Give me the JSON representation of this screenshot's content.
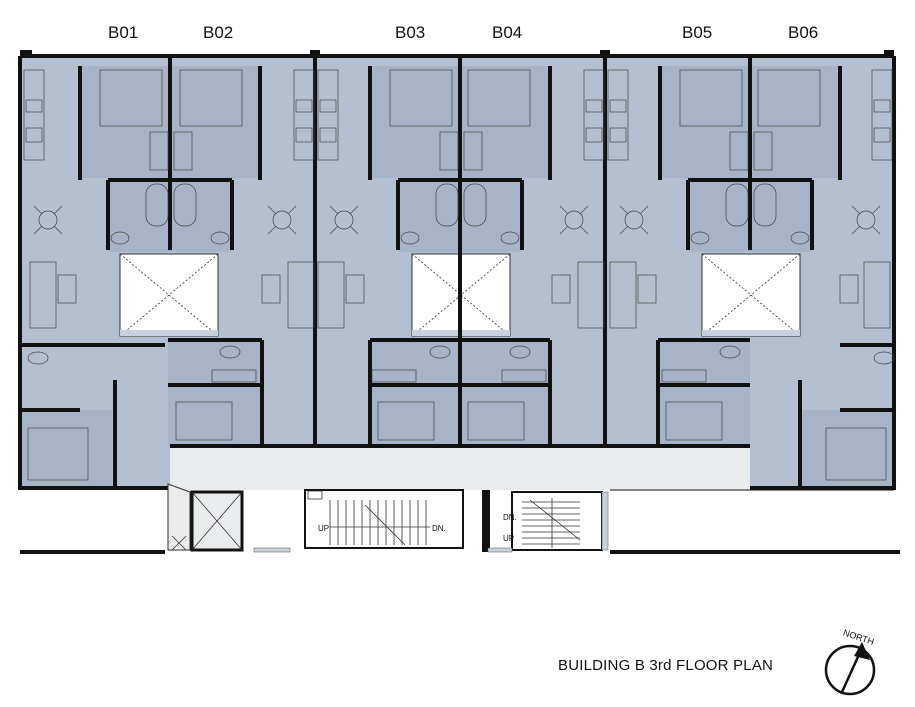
{
  "plan": {
    "title": "BUILDING B  3rd FLOOR PLAN",
    "north_label": "NORTH",
    "units": [
      "B01",
      "B02",
      "B03",
      "B04",
      "B05",
      "B06"
    ],
    "stair_left": {
      "up": "UP",
      "down": "DN."
    },
    "stair_right": {
      "up": "UP",
      "down": "DN."
    },
    "colors": {
      "unit_fill": "#b4bfcf",
      "room_fill": "#a7b3c6",
      "corridor_fill": "#e9ebed",
      "courtyard_fill": "#ffffff",
      "wall": "#111111"
    }
  }
}
